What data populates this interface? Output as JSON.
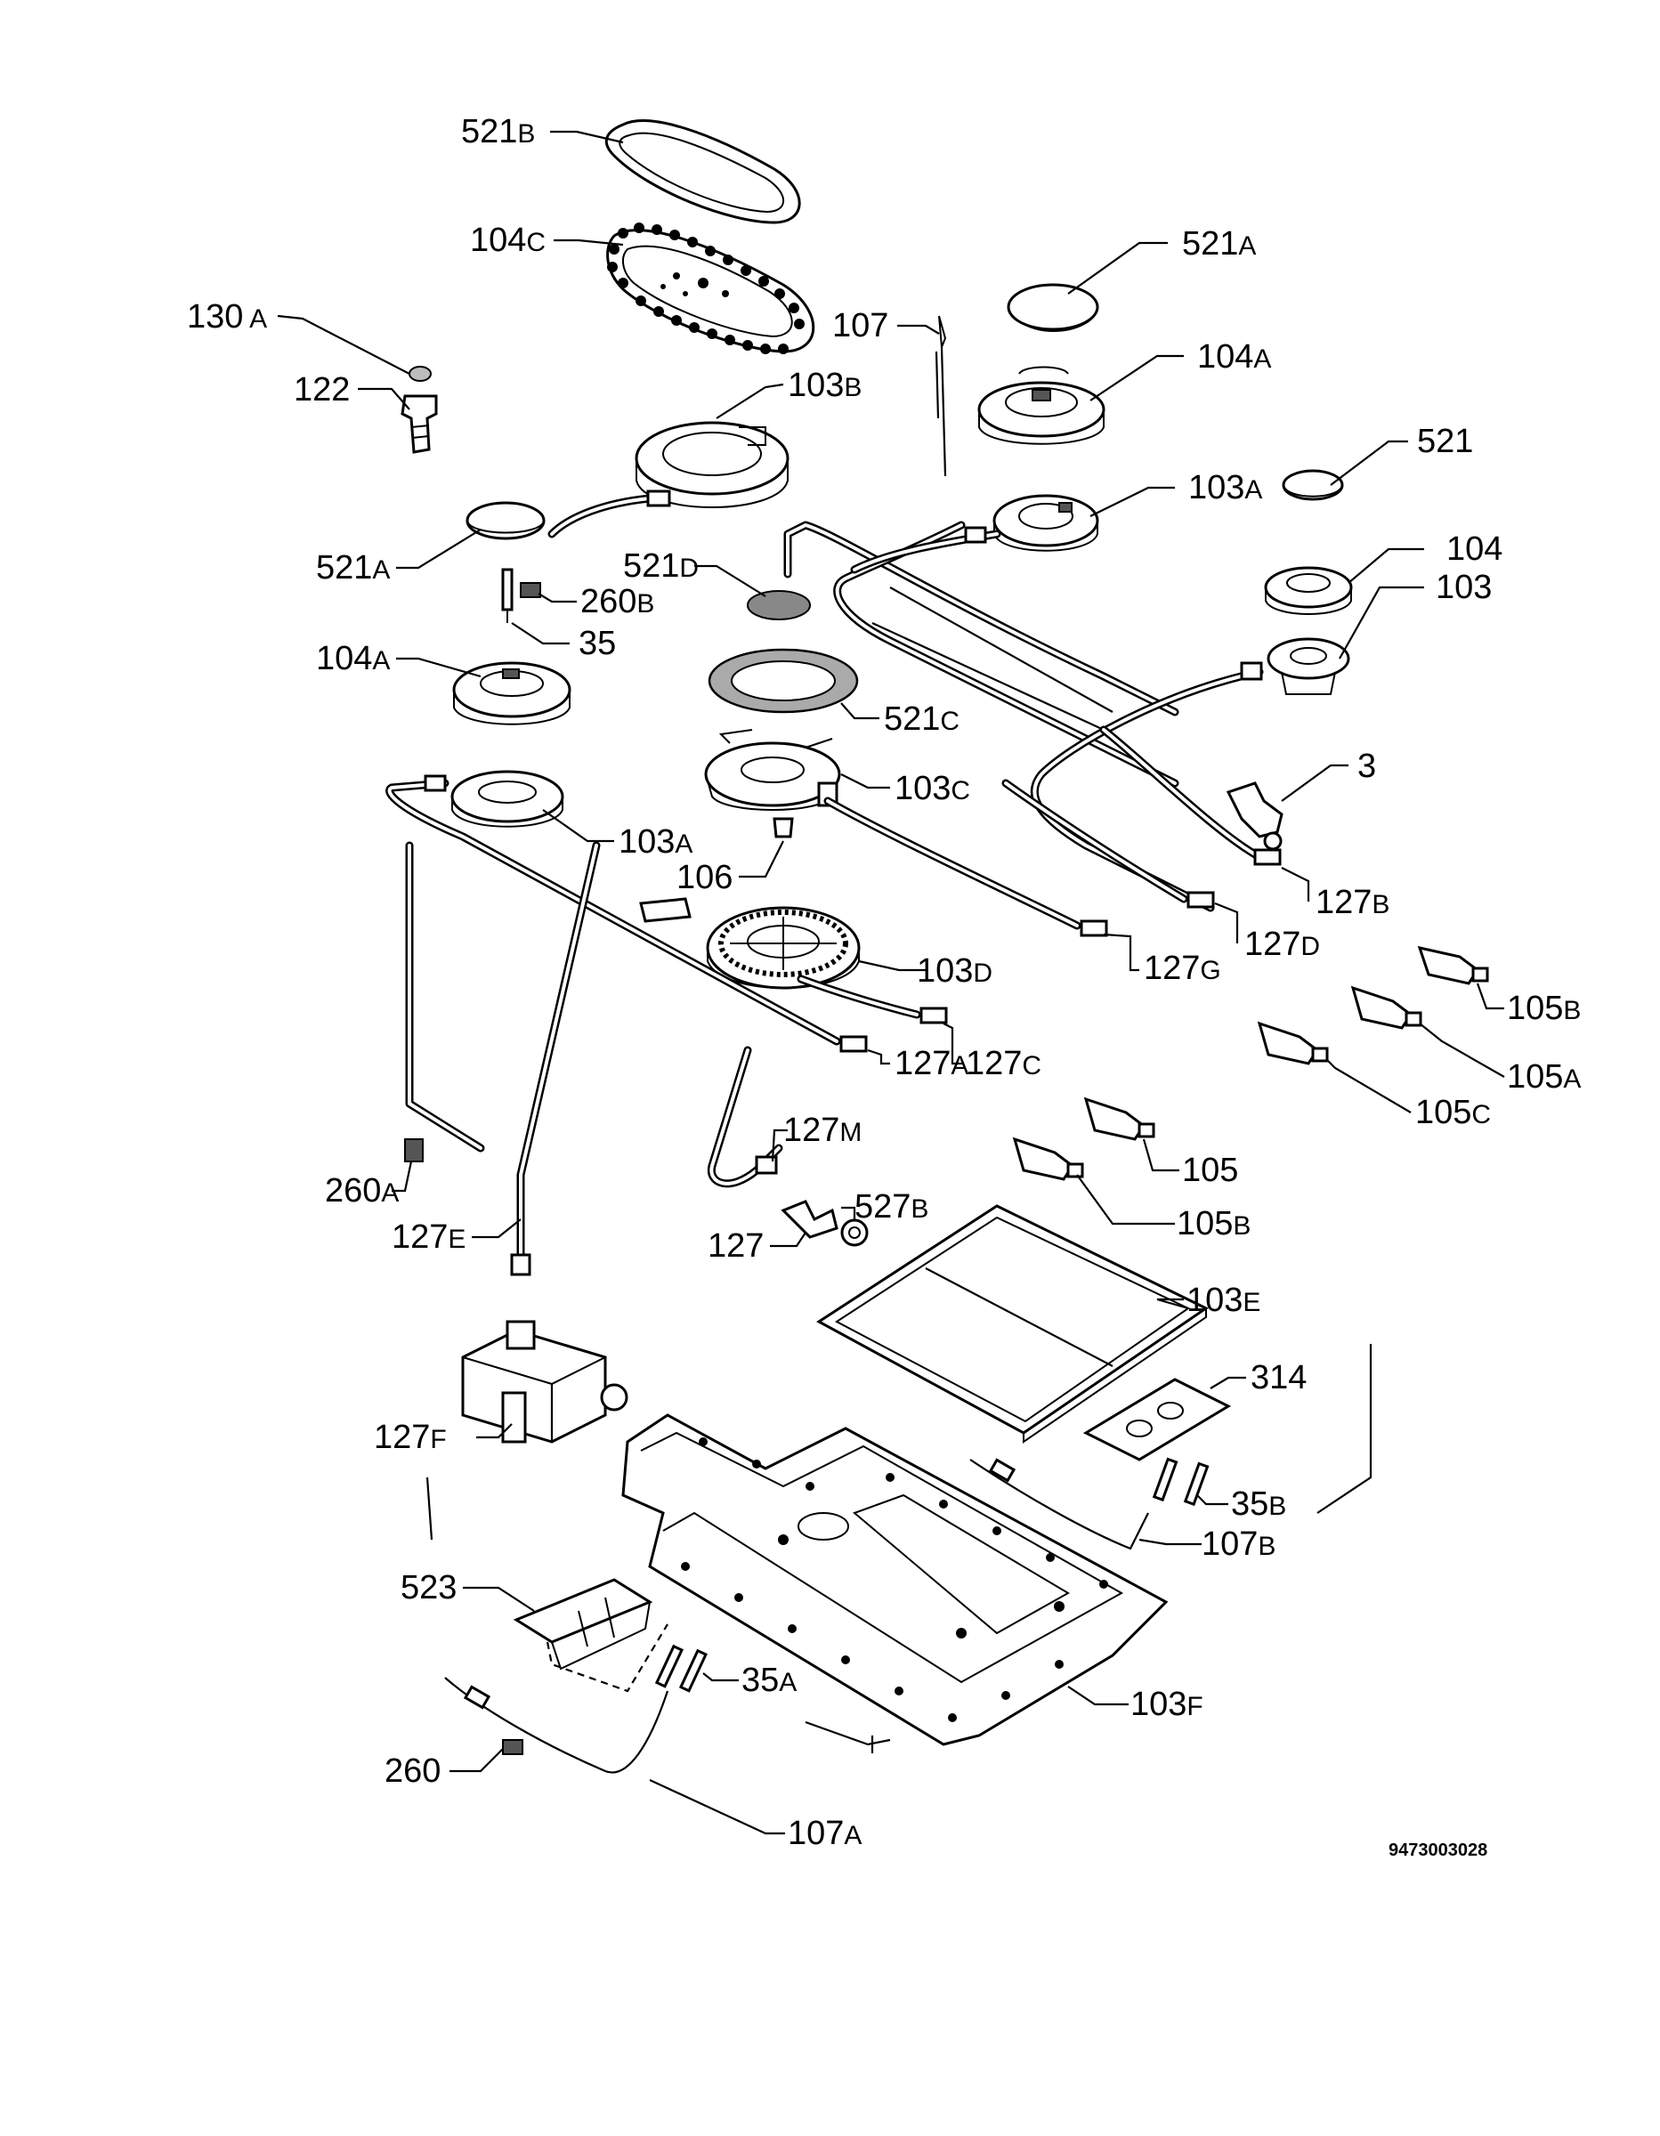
{
  "diagram_code": "9473003028",
  "parts": [
    {
      "id": "p521B",
      "main": "521",
      "suffix": "B"
    },
    {
      "id": "p104C",
      "main": "104",
      "suffix": "C"
    },
    {
      "id": "p521A_top",
      "main": "521",
      "suffix": "A"
    },
    {
      "id": "p130A",
      "main": "130",
      "suffix": " A"
    },
    {
      "id": "p107",
      "main": "107",
      "suffix": ""
    },
    {
      "id": "p104A_right",
      "main": "104",
      "suffix": "A"
    },
    {
      "id": "p122",
      "main": "122",
      "suffix": ""
    },
    {
      "id": "p103B",
      "main": "103",
      "suffix": "B"
    },
    {
      "id": "p521",
      "main": "521",
      "suffix": ""
    },
    {
      "id": "p103A_right",
      "main": "103",
      "suffix": "A"
    },
    {
      "id": "p521A_left",
      "main": "521",
      "suffix": "A"
    },
    {
      "id": "p521D",
      "main": "521",
      "suffix": "D"
    },
    {
      "id": "p104",
      "main": "104",
      "suffix": ""
    },
    {
      "id": "p260B",
      "main": "260",
      "suffix": "B"
    },
    {
      "id": "p103",
      "main": "103",
      "suffix": ""
    },
    {
      "id": "p35",
      "main": "35",
      "suffix": ""
    },
    {
      "id": "p104A_left",
      "main": "104",
      "suffix": "A"
    },
    {
      "id": "p521C",
      "main": "521",
      "suffix": "C"
    },
    {
      "id": "p103C",
      "main": "103",
      "suffix": "C"
    },
    {
      "id": "p3",
      "main": "3",
      "suffix": ""
    },
    {
      "id": "p103A_left",
      "main": "103",
      "suffix": "A"
    },
    {
      "id": "p106",
      "main": "106",
      "suffix": ""
    },
    {
      "id": "p127B",
      "main": "127",
      "suffix": "B"
    },
    {
      "id": "p127D",
      "main": "127",
      "suffix": "D"
    },
    {
      "id": "p103D",
      "main": "103",
      "suffix": "D"
    },
    {
      "id": "p127G",
      "main": "127",
      "suffix": "G"
    },
    {
      "id": "p105B_top",
      "main": "105",
      "suffix": "B"
    },
    {
      "id": "p127C",
      "main": "127",
      "suffix": "C"
    },
    {
      "id": "p105A",
      "main": "105",
      "suffix": "A"
    },
    {
      "id": "p127A",
      "main": "127",
      "suffix": "A"
    },
    {
      "id": "p105C",
      "main": "105",
      "suffix": "C"
    },
    {
      "id": "p127M",
      "main": "127",
      "suffix": "M"
    },
    {
      "id": "p105",
      "main": "105",
      "suffix": ""
    },
    {
      "id": "p260A",
      "main": "260",
      "suffix": "A"
    },
    {
      "id": "p527B",
      "main": "527",
      "suffix": "B"
    },
    {
      "id": "p105B_bottom",
      "main": "105",
      "suffix": "B"
    },
    {
      "id": "p127E",
      "main": "127",
      "suffix": "E"
    },
    {
      "id": "p127",
      "main": "127",
      "suffix": ""
    },
    {
      "id": "p103E",
      "main": "103",
      "suffix": "E"
    },
    {
      "id": "p314",
      "main": "314",
      "suffix": ""
    },
    {
      "id": "p127F",
      "main": "127",
      "suffix": "F"
    },
    {
      "id": "p35B",
      "main": "35",
      "suffix": "B"
    },
    {
      "id": "p107B",
      "main": "107",
      "suffix": "B"
    },
    {
      "id": "p523",
      "main": "523",
      "suffix": ""
    },
    {
      "id": "p35A",
      "main": "35",
      "suffix": "A"
    },
    {
      "id": "p103F",
      "main": "103",
      "suffix": "F"
    },
    {
      "id": "p260",
      "main": "260",
      "suffix": ""
    },
    {
      "id": "p107A",
      "main": "107",
      "suffix": "A"
    }
  ]
}
